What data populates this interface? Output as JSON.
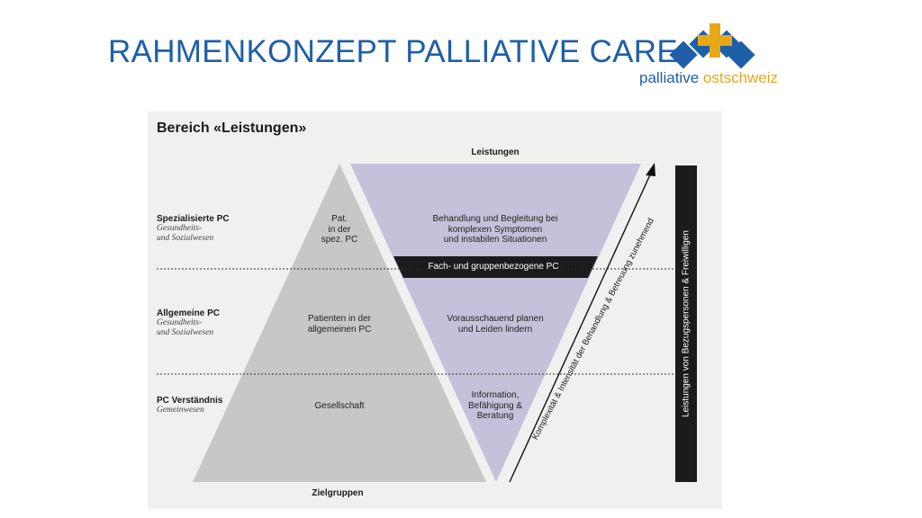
{
  "slide": {
    "title": "RAHMENKONZEPT PALLIATIVE CARE",
    "logo": {
      "word1": "palliative",
      "word2": "ostschweiz",
      "colors": {
        "blue": "#1f5fa8",
        "gold": "#e6a817"
      }
    }
  },
  "diagram": {
    "title": "Bereich «Leistungen»",
    "header_top": "Leistungen",
    "header_bottom": "Zielgruppen",
    "levels": [
      {
        "name": "Spezialisierte PC",
        "sub": "Gesundheits-\nund Sozialwesen"
      },
      {
        "name": "Allgemeine PC",
        "sub": "Gesundheits-\nund Sozialwesen"
      },
      {
        "name": "PC Verständnis",
        "sub": "Gemeinwesen"
      }
    ],
    "pyramid": {
      "color": "#c8c7c5",
      "labels": [
        "Pat.\nin der\nspez. PC",
        "Patienten in der\nallgemeinen PC",
        "Gesellschaft"
      ]
    },
    "inverted": {
      "color": "#c6c1da",
      "labels": [
        "Behandlung und Begleitung bei\nkomplexen Symptomen\nund instabilen Situationen",
        "Vorausschauend planen\nund Leiden lindern",
        "Information,\nBefähigung &\nBeratung"
      ],
      "band": "Fach- und gruppenbezogene PC"
    },
    "arrow_label": "Komplexität & Intensität der Behandlung & Betreuung zunehmend",
    "side_bar": "Leistungen von Bezugspersonen & Freiwilligen"
  }
}
